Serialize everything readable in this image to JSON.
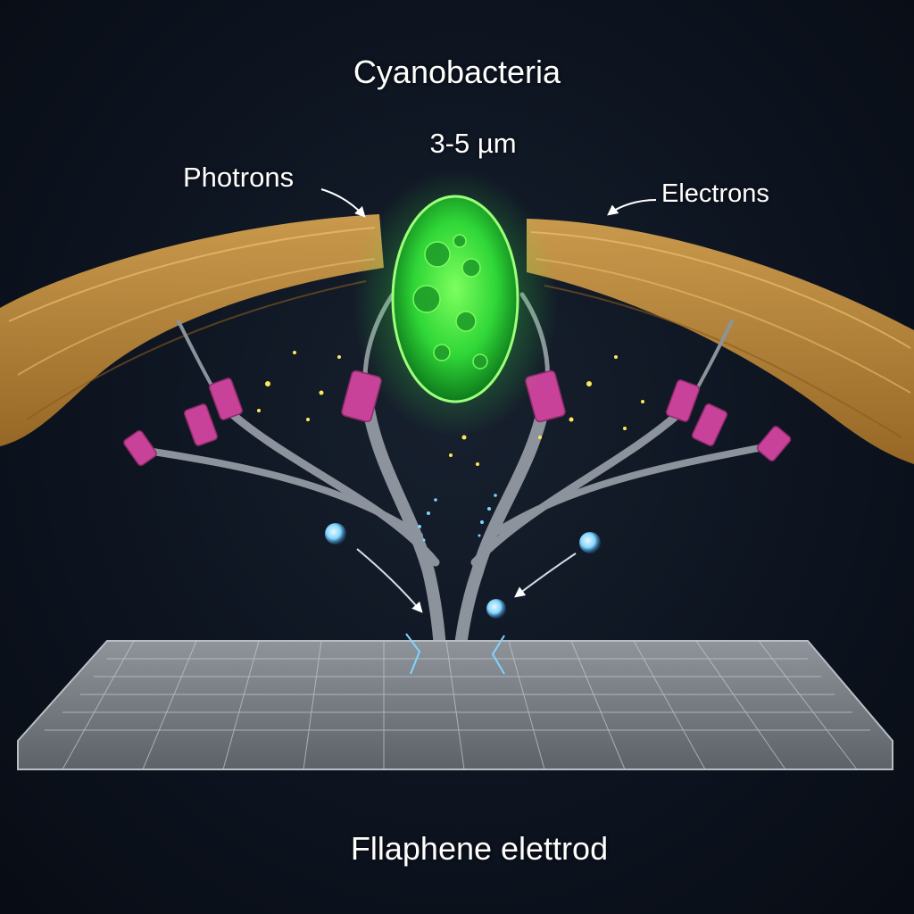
{
  "labels": {
    "title": "Cyanobacteria",
    "scale": "3-5 µm",
    "left_callout": "Photrons",
    "right_callout": "Electrons",
    "bottom": "Fllaphene elettrod"
  },
  "colors": {
    "background": "#0b111b",
    "membrane": "#c8923c",
    "cell_glow": "#39ff3a",
    "connector": "#c8429a",
    "nanowire": "#8d939c",
    "sparkle": "#ffe75a",
    "electron": "#7fd4ff",
    "electrode": "#a7acb3"
  }
}
